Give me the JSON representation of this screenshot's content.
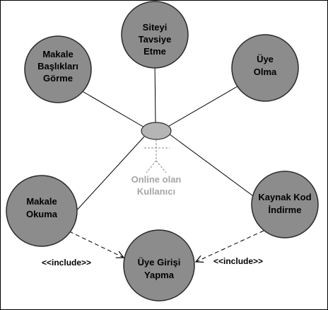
{
  "colors": {
    "usecase_fill": "#8c8c8c",
    "usecase_stroke": "#2a2a2a",
    "actor_head_fill": "#b5b5b5",
    "actor_label": "#a6a6a6",
    "line": "#000000"
  },
  "actor": {
    "line1": "Online olan",
    "line2": "Kullanıcı"
  },
  "use_cases": {
    "makale_basliklari": {
      "lines": [
        "Makale",
        "Başlıkları",
        "Görme"
      ]
    },
    "siteyi_tavsiye": {
      "lines": [
        "Siteyi",
        "Tavsiye",
        "Etme"
      ]
    },
    "uye_olma": {
      "lines": [
        "Üye",
        "Olma"
      ]
    },
    "makale_okuma": {
      "lines": [
        "Makale",
        "Okuma"
      ]
    },
    "kaynak_kod": {
      "lines": [
        "Kaynak Kod",
        "İndirme"
      ]
    },
    "uye_girisi": {
      "lines": [
        "Üye Girişi",
        "Yapma"
      ]
    }
  },
  "relations": {
    "include_left": "<<include>>",
    "include_right": "<<include>>"
  }
}
